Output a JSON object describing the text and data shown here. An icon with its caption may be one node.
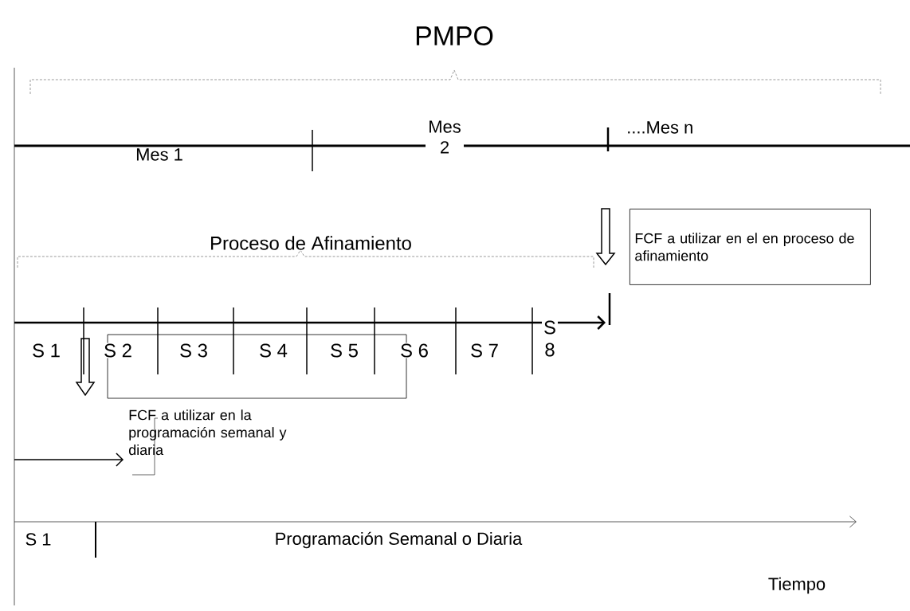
{
  "diagram": {
    "title": "PMPO",
    "nodes": [
      {
        "text": [
          "FCF a utilizar en el en proceso de afinamiento"
        ]
      },
      {
        "text": [
          "FCF a utilizar en la programación semanal y diaria"
        ]
      }
    ],
    "edges": [
      {
        "from": null,
        "to": 1,
        "arrow": "to"
      }
    ],
    "labels": [
      "Mes 1",
      "Mes 2",
      "....Mes n",
      "Proceso de Afinamiento",
      "S 1",
      "S 2",
      "S 3",
      "S 4",
      "S 5",
      "S 6",
      "S 7",
      "S 8",
      "S 1",
      "Programación Semanal o Diaria",
      "Tiempo"
    ]
  }
}
